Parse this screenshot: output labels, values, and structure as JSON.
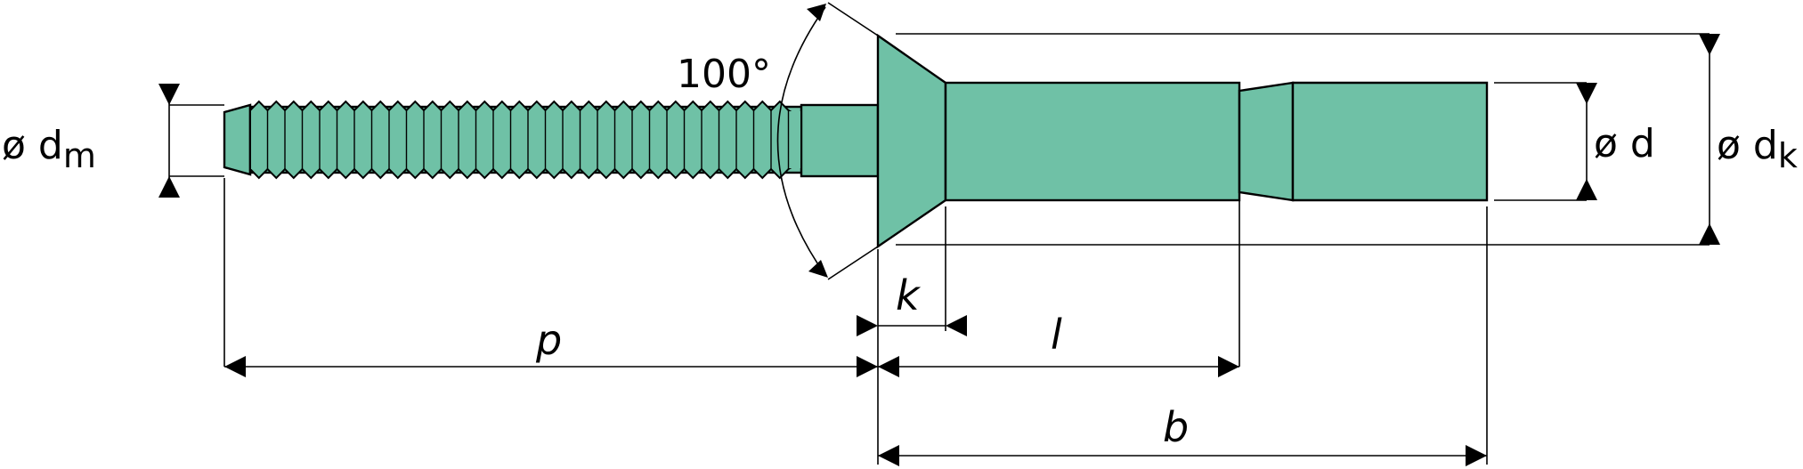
{
  "colors": {
    "part": "#6fc1a6",
    "line": "#000000",
    "background": "#ffffff"
  },
  "labels": {
    "angle": "100°",
    "dm_prefix": "ø d",
    "dm_sub": "m",
    "d": "ø d",
    "dk_prefix": "ø d",
    "dk_sub": "k",
    "p": "p",
    "k": "k",
    "l": "l",
    "b": "b"
  }
}
